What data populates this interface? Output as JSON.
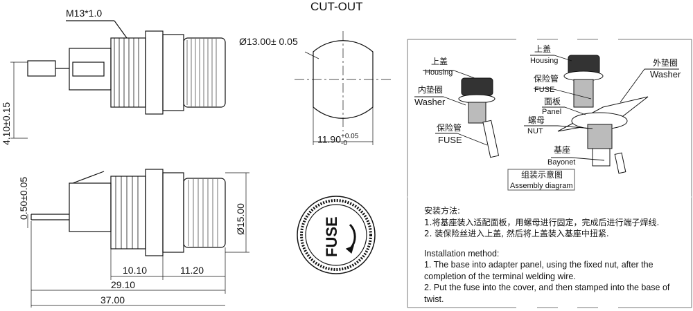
{
  "title": "CUT-OUT",
  "dimensions": {
    "thread": "M13*1.0",
    "height_a": "4.10±0.15",
    "height_b": "0.50±0.05",
    "cutout_dia": "Ø13.00± 0.05",
    "cutout_flat": "11.90",
    "cutout_flat_tol_plus": "+0.05",
    "cutout_flat_tol_minus": "-0",
    "body_dia": "Ø15.00",
    "len_a": "10.10",
    "len_b": "11.20",
    "len_c": "29.10",
    "len_total": "37.00"
  },
  "cap_label": "FUSE",
  "assembly": {
    "left": [
      {
        "cn": "上盖",
        "en": "Housing"
      },
      {
        "cn": "内垫圈",
        "en": "Washer"
      },
      {
        "cn": "保险管",
        "en": "FUSE"
      }
    ],
    "right": [
      {
        "cn": "上盖",
        "en": "Housing"
      },
      {
        "cn": "保险管",
        "en": "FUSE"
      },
      {
        "cn": "面板",
        "en": "Panel"
      },
      {
        "cn": "螺母",
        "en": "NUT"
      },
      {
        "cn": "基座",
        "en": "Bayonet"
      },
      {
        "cn": "外垫圈",
        "en": "Washer"
      }
    ],
    "caption_cn": "组装示意图",
    "caption_en": "Assembly diagram"
  },
  "instructions": {
    "cn_title": "安装方法:",
    "cn_1": "1.将基座装入适配面板，用螺母进行固定，完成后进行端子焊线.",
    "cn_2": "2. 装保险丝进入上盖, 然后将上盖装入基座中扭紧.",
    "en_title": "Installation method:",
    "en_1a": "1. The base into adapter panel, using the fixed nut, after the",
    "en_1b": "completion of the terminal welding wire.",
    "en_2a": "2. Put the fuse into the cover, and then stamped into the base of",
    "en_2b": "twist."
  }
}
